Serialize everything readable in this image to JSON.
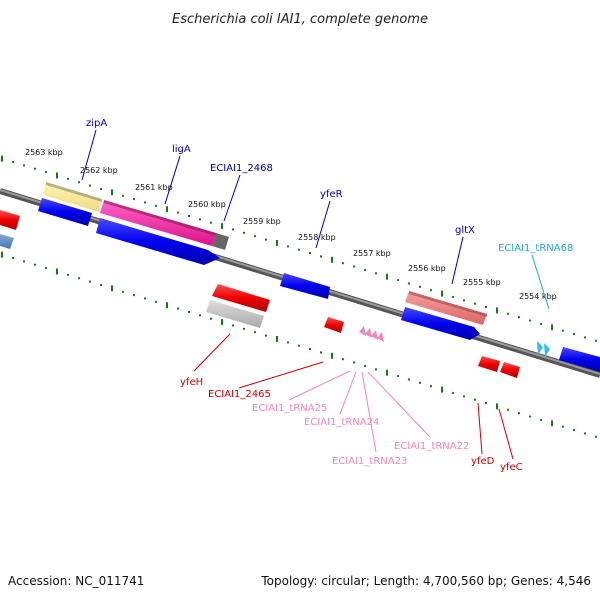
{
  "header": {
    "title": "Escherichia coli IAI1, complete genome"
  },
  "footer": {
    "accession": "Accession: NC_011741",
    "summary": "Topology: circular; Length: 4,700,560 bp; Genes: 4,546"
  },
  "colors": {
    "backbone": "#808080",
    "scale_ticks": "#1a7a1a",
    "label_forward": "#0000aa",
    "label_reverse": "#cc0000",
    "label_trna_forward": "#22aacc",
    "label_trna_reverse": "#ee88bb"
  },
  "scale_labels": [
    {
      "text": "2563 kbp"
    },
    {
      "text": "2562 kbp"
    },
    {
      "text": "2561 kbp"
    },
    {
      "text": "2560 kbp"
    },
    {
      "text": "2559 kbp"
    },
    {
      "text": "2558 kbp"
    },
    {
      "text": "2557 kbp"
    },
    {
      "text": "2556 kbp"
    },
    {
      "text": "2555 kbp"
    },
    {
      "text": "2554 kbp"
    }
  ],
  "features": [
    {
      "label": "zipA",
      "strand": "+",
      "kind": "gene"
    },
    {
      "label": "ligA",
      "strand": "+",
      "kind": "gene"
    },
    {
      "label": "ECIAI1_2468",
      "strand": "+",
      "kind": "gene"
    },
    {
      "label": "yfeR",
      "strand": "+",
      "kind": "gene"
    },
    {
      "label": "gltX",
      "strand": "+",
      "kind": "gene"
    },
    {
      "label": "ECIAI1_tRNA68",
      "strand": "+",
      "kind": "tRNA"
    },
    {
      "label": "yfeH",
      "strand": "-",
      "kind": "gene"
    },
    {
      "label": "ECIAI1_2465",
      "strand": "-",
      "kind": "gene"
    },
    {
      "label": "ECIAI1_tRNA25",
      "strand": "-",
      "kind": "tRNA"
    },
    {
      "label": "ECIAI1_tRNA24",
      "strand": "-",
      "kind": "tRNA"
    },
    {
      "label": "ECIAI1_tRNA23",
      "strand": "-",
      "kind": "tRNA"
    },
    {
      "label": "ECIAI1_tRNA22",
      "strand": "-",
      "kind": "tRNA"
    },
    {
      "label": "yfeD",
      "strand": "-",
      "kind": "gene"
    },
    {
      "label": "yfeC",
      "strand": "-",
      "kind": "gene"
    }
  ]
}
